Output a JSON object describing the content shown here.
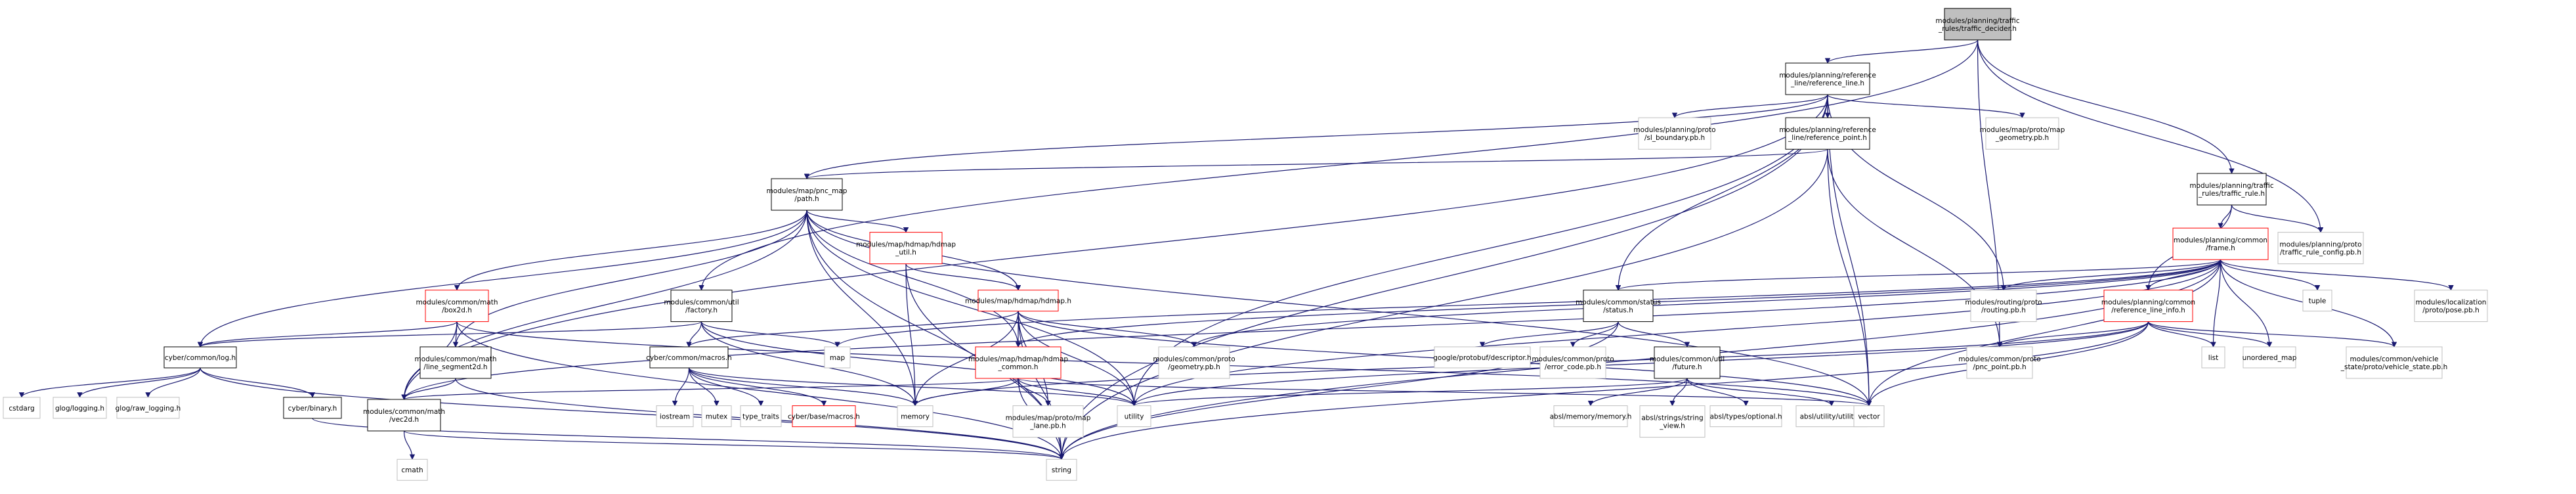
{
  "nodes": [
    {
      "id": "traffic_decider",
      "lines": [
        "modules/planning/traffic",
        "_rules/traffic_decider.h"
      ],
      "style": "root"
    },
    {
      "id": "reference_line",
      "lines": [
        "modules/planning/reference",
        "_line/reference_line.h"
      ],
      "style": "normal"
    },
    {
      "id": "sl_boundary",
      "lines": [
        "modules/planning/proto",
        "/sl_boundary.pb.h"
      ],
      "style": "leaf"
    },
    {
      "id": "reference_point",
      "lines": [
        "modules/planning/reference",
        "_line/reference_point.h"
      ],
      "style": "normal"
    },
    {
      "id": "map_geometry",
      "lines": [
        "modules/map/proto/map",
        "_geometry.pb.h"
      ],
      "style": "leaf"
    },
    {
      "id": "traffic_rule",
      "lines": [
        "modules/planning/traffic",
        "_rules/traffic_rule.h"
      ],
      "style": "normal"
    },
    {
      "id": "pnc_path",
      "lines": [
        "modules/map/pnc_map",
        "/path.h"
      ],
      "style": "normal"
    },
    {
      "id": "hdmap_util",
      "lines": [
        "modules/map/hdmap/hdmap",
        "_util.h"
      ],
      "style": "red"
    },
    {
      "id": "traffic_rule_config",
      "lines": [
        "modules/planning/proto",
        "/traffic_rule_config.pb.h"
      ],
      "style": "leaf"
    },
    {
      "id": "frame",
      "lines": [
        "modules/planning/common",
        "/frame.h"
      ],
      "style": "red"
    },
    {
      "id": "box2d",
      "lines": [
        "modules/common/math",
        "/box2d.h"
      ],
      "style": "red"
    },
    {
      "id": "factory",
      "lines": [
        "modules/common/util",
        "/factory.h"
      ],
      "style": "normal"
    },
    {
      "id": "hdmap_h",
      "lines": [
        "modules/map/hdmap/hdmap.h"
      ],
      "style": "red"
    },
    {
      "id": "status",
      "lines": [
        "modules/common/status",
        "/status.h"
      ],
      "style": "normal"
    },
    {
      "id": "routing_pb",
      "lines": [
        "modules/routing/proto",
        "/routing.pb.h"
      ],
      "style": "leaf"
    },
    {
      "id": "reference_line_info",
      "lines": [
        "modules/planning/common",
        "/reference_line_info.h"
      ],
      "style": "red"
    },
    {
      "id": "tuple",
      "lines": [
        "tuple"
      ],
      "style": "leaf"
    },
    {
      "id": "pose_pb",
      "lines": [
        "modules/localization",
        "/proto/pose.pb.h"
      ],
      "style": "leaf"
    },
    {
      "id": "log",
      "lines": [
        "cyber/common/log.h"
      ],
      "style": "normal"
    },
    {
      "id": "line_segment2d",
      "lines": [
        "modules/common/math",
        "/line_segment2d.h"
      ],
      "style": "normal"
    },
    {
      "id": "macros_common",
      "lines": [
        "cyber/common/macros.h"
      ],
      "style": "normal"
    },
    {
      "id": "map",
      "lines": [
        "map"
      ],
      "style": "leaf"
    },
    {
      "id": "hdmap_common",
      "lines": [
        "modules/map/hdmap/hdmap",
        "_common.h"
      ],
      "style": "red"
    },
    {
      "id": "geometry_pb",
      "lines": [
        "modules/common/proto",
        "/geometry.pb.h"
      ],
      "style": "leaf"
    },
    {
      "id": "descriptor",
      "lines": [
        "google/protobuf/descriptor.h"
      ],
      "style": "leaf"
    },
    {
      "id": "error_code",
      "lines": [
        "modules/common/proto",
        "/error_code.pb.h"
      ],
      "style": "leaf"
    },
    {
      "id": "future",
      "lines": [
        "modules/common/util",
        "/future.h"
      ],
      "style": "normal"
    },
    {
      "id": "pnc_point",
      "lines": [
        "modules/common/proto",
        "/pnc_point.pb.h"
      ],
      "style": "leaf"
    },
    {
      "id": "list",
      "lines": [
        "list"
      ],
      "style": "leaf"
    },
    {
      "id": "unordered_map",
      "lines": [
        "unordered_map"
      ],
      "style": "leaf"
    },
    {
      "id": "vehicle_state",
      "lines": [
        "modules/common/vehicle",
        "_state/proto/vehicle_state.pb.h"
      ],
      "style": "leaf"
    },
    {
      "id": "cstdarg",
      "lines": [
        "cstdarg"
      ],
      "style": "leaf"
    },
    {
      "id": "glog",
      "lines": [
        "glog/logging.h"
      ],
      "style": "leaf"
    },
    {
      "id": "glog_raw",
      "lines": [
        "glog/raw_logging.h"
      ],
      "style": "leaf"
    },
    {
      "id": "binary",
      "lines": [
        "cyber/binary.h"
      ],
      "style": "normal"
    },
    {
      "id": "vec2d",
      "lines": [
        "modules/common/math",
        "/vec2d.h"
      ],
      "style": "normal"
    },
    {
      "id": "iostream",
      "lines": [
        "iostream"
      ],
      "style": "leaf"
    },
    {
      "id": "mutex",
      "lines": [
        "mutex"
      ],
      "style": "leaf"
    },
    {
      "id": "type_traits",
      "lines": [
        "type_traits"
      ],
      "style": "leaf"
    },
    {
      "id": "cyber_base_macros",
      "lines": [
        "cyber/base/macros.h"
      ],
      "style": "red"
    },
    {
      "id": "memory",
      "lines": [
        "memory"
      ],
      "style": "leaf"
    },
    {
      "id": "map_lane",
      "lines": [
        "modules/map/proto/map",
        "_lane.pb.h"
      ],
      "style": "leaf"
    },
    {
      "id": "utility",
      "lines": [
        "utility"
      ],
      "style": "leaf"
    },
    {
      "id": "absl_memory",
      "lines": [
        "absl/memory/memory.h"
      ],
      "style": "leaf"
    },
    {
      "id": "absl_string_view",
      "lines": [
        "absl/strings/string",
        "_view.h"
      ],
      "style": "leaf"
    },
    {
      "id": "absl_optional",
      "lines": [
        "absl/types/optional.h"
      ],
      "style": "leaf"
    },
    {
      "id": "absl_utility",
      "lines": [
        "absl/utility/utility.h"
      ],
      "style": "leaf"
    },
    {
      "id": "vector",
      "lines": [
        "vector"
      ],
      "style": "leaf"
    },
    {
      "id": "cmath",
      "lines": [
        "cmath"
      ],
      "style": "leaf"
    },
    {
      "id": "string",
      "lines": [
        "string"
      ],
      "style": "leaf"
    }
  ],
  "edges": [
    [
      "traffic_decider",
      "reference_line"
    ],
    [
      "traffic_decider",
      "traffic_rule"
    ],
    [
      "traffic_decider",
      "traffic_rule_config"
    ],
    [
      "traffic_decider",
      "pnc_point"
    ],
    [
      "traffic_decider",
      "factory"
    ],
    [
      "reference_line",
      "sl_boundary"
    ],
    [
      "reference_line",
      "reference_point"
    ],
    [
      "reference_line",
      "map_geometry"
    ],
    [
      "reference_line",
      "pnc_path"
    ],
    [
      "reference_line",
      "vec2d"
    ],
    [
      "reference_line",
      "status"
    ],
    [
      "reference_line",
      "routing_pb"
    ],
    [
      "reference_line",
      "utility"
    ],
    [
      "reference_line",
      "vector"
    ],
    [
      "reference_line",
      "string"
    ],
    [
      "reference_point",
      "pnc_path"
    ],
    [
      "reference_point",
      "pnc_point"
    ],
    [
      "reference_point",
      "vector"
    ],
    [
      "reference_point",
      "string"
    ],
    [
      "traffic_rule",
      "frame"
    ],
    [
      "traffic_rule",
      "reference_line_info"
    ],
    [
      "traffic_rule",
      "traffic_rule_config"
    ],
    [
      "pnc_path",
      "hdmap_util"
    ],
    [
      "pnc_path",
      "hdmap_h"
    ],
    [
      "pnc_path",
      "hdmap_common"
    ],
    [
      "pnc_path",
      "box2d"
    ],
    [
      "pnc_path",
      "line_segment2d"
    ],
    [
      "pnc_path",
      "vec2d"
    ],
    [
      "pnc_path",
      "log"
    ],
    [
      "pnc_path",
      "string"
    ],
    [
      "pnc_path",
      "utility"
    ],
    [
      "pnc_path",
      "vector"
    ],
    [
      "pnc_path",
      "memory"
    ],
    [
      "hdmap_util",
      "hdmap_h"
    ],
    [
      "hdmap_util",
      "memory"
    ],
    [
      "hdmap_util",
      "string"
    ],
    [
      "frame",
      "status"
    ],
    [
      "frame",
      "routing_pb"
    ],
    [
      "frame",
      "reference_line_info"
    ],
    [
      "frame",
      "tuple"
    ],
    [
      "frame",
      "pose_pb"
    ],
    [
      "frame",
      "list"
    ],
    [
      "frame",
      "unordered_map"
    ],
    [
      "frame",
      "vehicle_state"
    ],
    [
      "frame",
      "map"
    ],
    [
      "frame",
      "hdmap_common"
    ],
    [
      "frame",
      "geometry_pb"
    ],
    [
      "frame",
      "vec2d"
    ],
    [
      "frame",
      "vector"
    ],
    [
      "frame",
      "string"
    ],
    [
      "frame",
      "utility"
    ],
    [
      "box2d",
      "line_segment2d"
    ],
    [
      "box2d",
      "vec2d"
    ],
    [
      "box2d",
      "log"
    ],
    [
      "box2d",
      "string"
    ],
    [
      "box2d",
      "vector"
    ],
    [
      "factory",
      "log"
    ],
    [
      "factory",
      "macros_common"
    ],
    [
      "factory",
      "map"
    ],
    [
      "factory",
      "memory"
    ],
    [
      "factory",
      "utility"
    ],
    [
      "hdmap_h",
      "hdmap_common"
    ],
    [
      "hdmap_h",
      "macros_common"
    ],
    [
      "hdmap_h",
      "geometry_pb"
    ],
    [
      "hdmap_h",
      "map_lane"
    ],
    [
      "hdmap_h",
      "string"
    ],
    [
      "hdmap_h",
      "utility"
    ],
    [
      "hdmap_h",
      "vector"
    ],
    [
      "hdmap_h",
      "memory"
    ],
    [
      "status",
      "descriptor"
    ],
    [
      "status",
      "error_code"
    ],
    [
      "status",
      "future"
    ],
    [
      "status",
      "string"
    ],
    [
      "reference_line_info",
      "pnc_point"
    ],
    [
      "reference_line_info",
      "list"
    ],
    [
      "reference_line_info",
      "unordered_map"
    ],
    [
      "reference_line_info",
      "vehicle_state"
    ],
    [
      "reference_line_info",
      "vector"
    ],
    [
      "reference_line_info",
      "string"
    ],
    [
      "reference_line_info",
      "utility"
    ],
    [
      "reference_line_info",
      "memory"
    ],
    [
      "log",
      "cstdarg"
    ],
    [
      "log",
      "glog"
    ],
    [
      "log",
      "glog_raw"
    ],
    [
      "log",
      "binary"
    ],
    [
      "log",
      "string"
    ],
    [
      "line_segment2d",
      "vec2d"
    ],
    [
      "line_segment2d",
      "string"
    ],
    [
      "macros_common",
      "iostream"
    ],
    [
      "macros_common",
      "mutex"
    ],
    [
      "macros_common",
      "type_traits"
    ],
    [
      "macros_common",
      "cyber_base_macros"
    ],
    [
      "macros_common",
      "memory"
    ],
    [
      "macros_common",
      "utility"
    ],
    [
      "hdmap_common",
      "map_lane"
    ],
    [
      "hdmap_common",
      "vec2d"
    ],
    [
      "hdmap_common",
      "memory"
    ],
    [
      "hdmap_common",
      "string"
    ],
    [
      "hdmap_common",
      "utility"
    ],
    [
      "hdmap_common",
      "vector"
    ],
    [
      "future",
      "absl_memory"
    ],
    [
      "future",
      "absl_string_view"
    ],
    [
      "future",
      "absl_optional"
    ],
    [
      "future",
      "absl_utility"
    ],
    [
      "future",
      "utility"
    ],
    [
      "binary",
      "string"
    ],
    [
      "vec2d",
      "cmath"
    ],
    [
      "vec2d",
      "string"
    ]
  ]
}
